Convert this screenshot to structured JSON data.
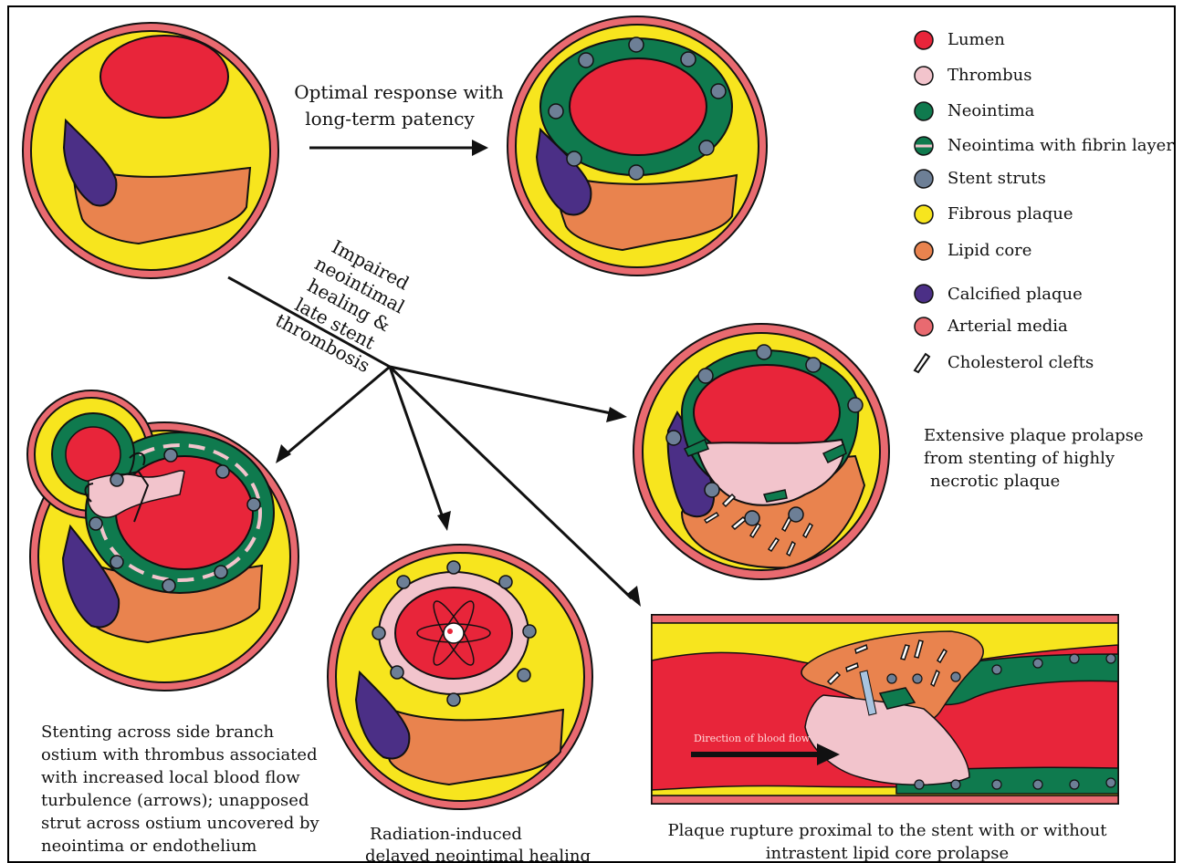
{
  "legend": [
    {
      "label": "Lumen",
      "swatch": "lumen"
    },
    {
      "label": "Thrombus",
      "swatch": "thrombus"
    },
    {
      "label": "Neointima",
      "swatch": "neointima"
    },
    {
      "label": "Neointima with fibrin layers",
      "swatch": "neointima-fibrin"
    },
    {
      "label": "Stent struts",
      "swatch": "strut"
    },
    {
      "label": "Fibrous plaque",
      "swatch": "fibrous"
    },
    {
      "label": "Lipid core",
      "swatch": "lipid"
    },
    {
      "label": "Calcified plaque",
      "swatch": "calcified"
    },
    {
      "label": "Arterial media",
      "swatch": "media"
    },
    {
      "label": "Cholesterol clefts",
      "swatch": "cleft"
    }
  ],
  "labels": {
    "optimal_line1": "Optimal response with",
    "optimal_line2": "long-term patency",
    "impaired_1": "Impaired",
    "impaired_2": "neointimal",
    "impaired_3": "healing &",
    "impaired_4": "late stent",
    "impaired_5": "thrombosis",
    "prolapse_1": "Extensive plaque prolapse",
    "prolapse_2": "from stenting of highly",
    "prolapse_3": "necrotic plaque",
    "side_1": "Stenting across side branch",
    "side_2": "ostium with thrombus associated",
    "side_3": "with increased local blood flow",
    "side_4": "turbulence (arrows); unapposed",
    "side_5": "strut across ostium uncovered by",
    "side_6": "neointima or endothelium",
    "radiation_1": "Radiation-induced",
    "radiation_2": "delayed neointimal healing",
    "rupture_1": "Plaque rupture proximal to the stent with or without",
    "rupture_2": "intrastent lipid core prolapse",
    "flow": "Direction of blood flow"
  },
  "colors": {
    "lumen": "#e8253a",
    "thrombus": "#f2c4cc",
    "neointima": "#0f7a4e",
    "strut": "#6d7f96",
    "fibrous": "#f7e51e",
    "lipid": "#e9834e",
    "calcified": "#4b2f86",
    "media": "#e96a70",
    "outline": "#111111"
  }
}
